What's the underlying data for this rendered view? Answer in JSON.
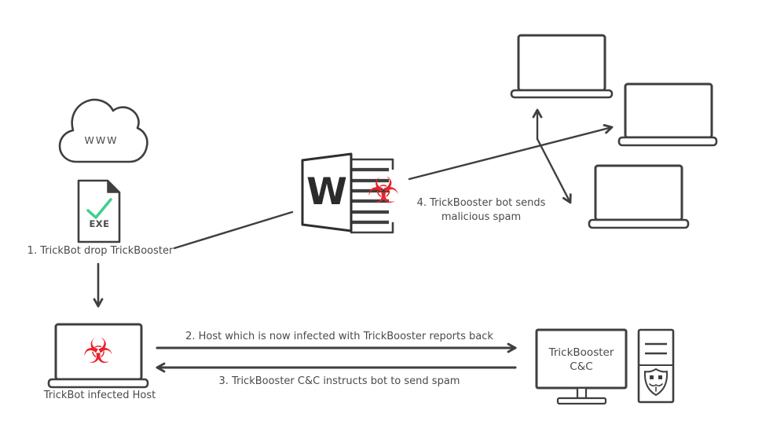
{
  "colors": {
    "background": "#ffffff",
    "line": "#3f3f3f",
    "text": "#4a4a4a",
    "danger_red": "#e8232b",
    "check_green": "#3ecf8e"
  },
  "cloud": {
    "label": "WWW"
  },
  "exe_file": {
    "label": "EXE"
  },
  "word_doc": {
    "letter": "W"
  },
  "infected_host": {
    "label": "TrickBot infected Host"
  },
  "cnc_server": {
    "label": "TrickBooster C&C"
  },
  "steps": {
    "step1": "1. TrickBot drop TrickBooster",
    "step2": "2. Host which is now infected with TrickBooster reports back",
    "step3": "3. TrickBooster C&C instructs bot to send spam",
    "step4_line1": "4. TrickBooster bot sends",
    "step4_line2": "malicious spam"
  },
  "icons": {
    "biohazard": "☣",
    "cloud": "cloud-icon",
    "document_exe": "exe-document-icon",
    "word": "word-document-icon",
    "laptop": "laptop-icon",
    "monitor": "monitor-icon",
    "server_tower": "server-tower-icon",
    "checkmark": "checkmark-icon",
    "mask_shield": "hacker-mask-shield-icon"
  }
}
